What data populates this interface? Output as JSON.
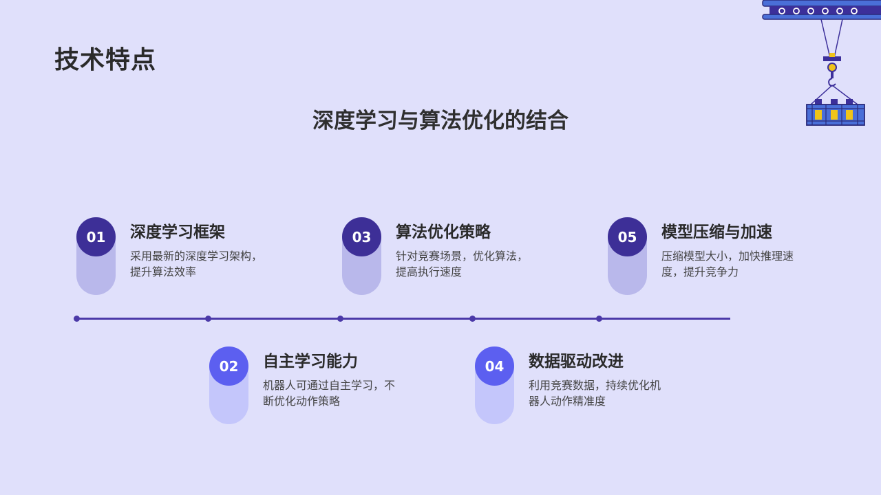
{
  "page": {
    "title": "技术特点",
    "subtitle": "深度学习与算法优化的结合"
  },
  "items": [
    {
      "number": "01",
      "title": "深度学习框架",
      "desc": "采用最新的深度学习架构，提升算法效率"
    },
    {
      "number": "02",
      "title": "自主学习能力",
      "desc": "机器人可通过自主学习，不断优化动作策略"
    },
    {
      "number": "03",
      "title": "算法优化策略",
      "desc": "针对竞赛场景，优化算法，提高执行速度"
    },
    {
      "number": "04",
      "title": "数据驱动改进",
      "desc": "利用竞赛数据，持续优化机器人动作精准度"
    },
    {
      "number": "05",
      "title": "模型压缩与加速",
      "desc": "压缩模型大小，加快推理速度，提升竞争力"
    }
  ],
  "colors": {
    "background": "#e0e0fb",
    "timeline": "#4b39a8",
    "top_circle": "#3d2f97",
    "top_pill": "#b9b8eb",
    "bottom_circle": "#5c5ff0",
    "bottom_pill": "#c4c6fb"
  },
  "decoration": {
    "icon": "crane-hook-cargo-icon"
  }
}
